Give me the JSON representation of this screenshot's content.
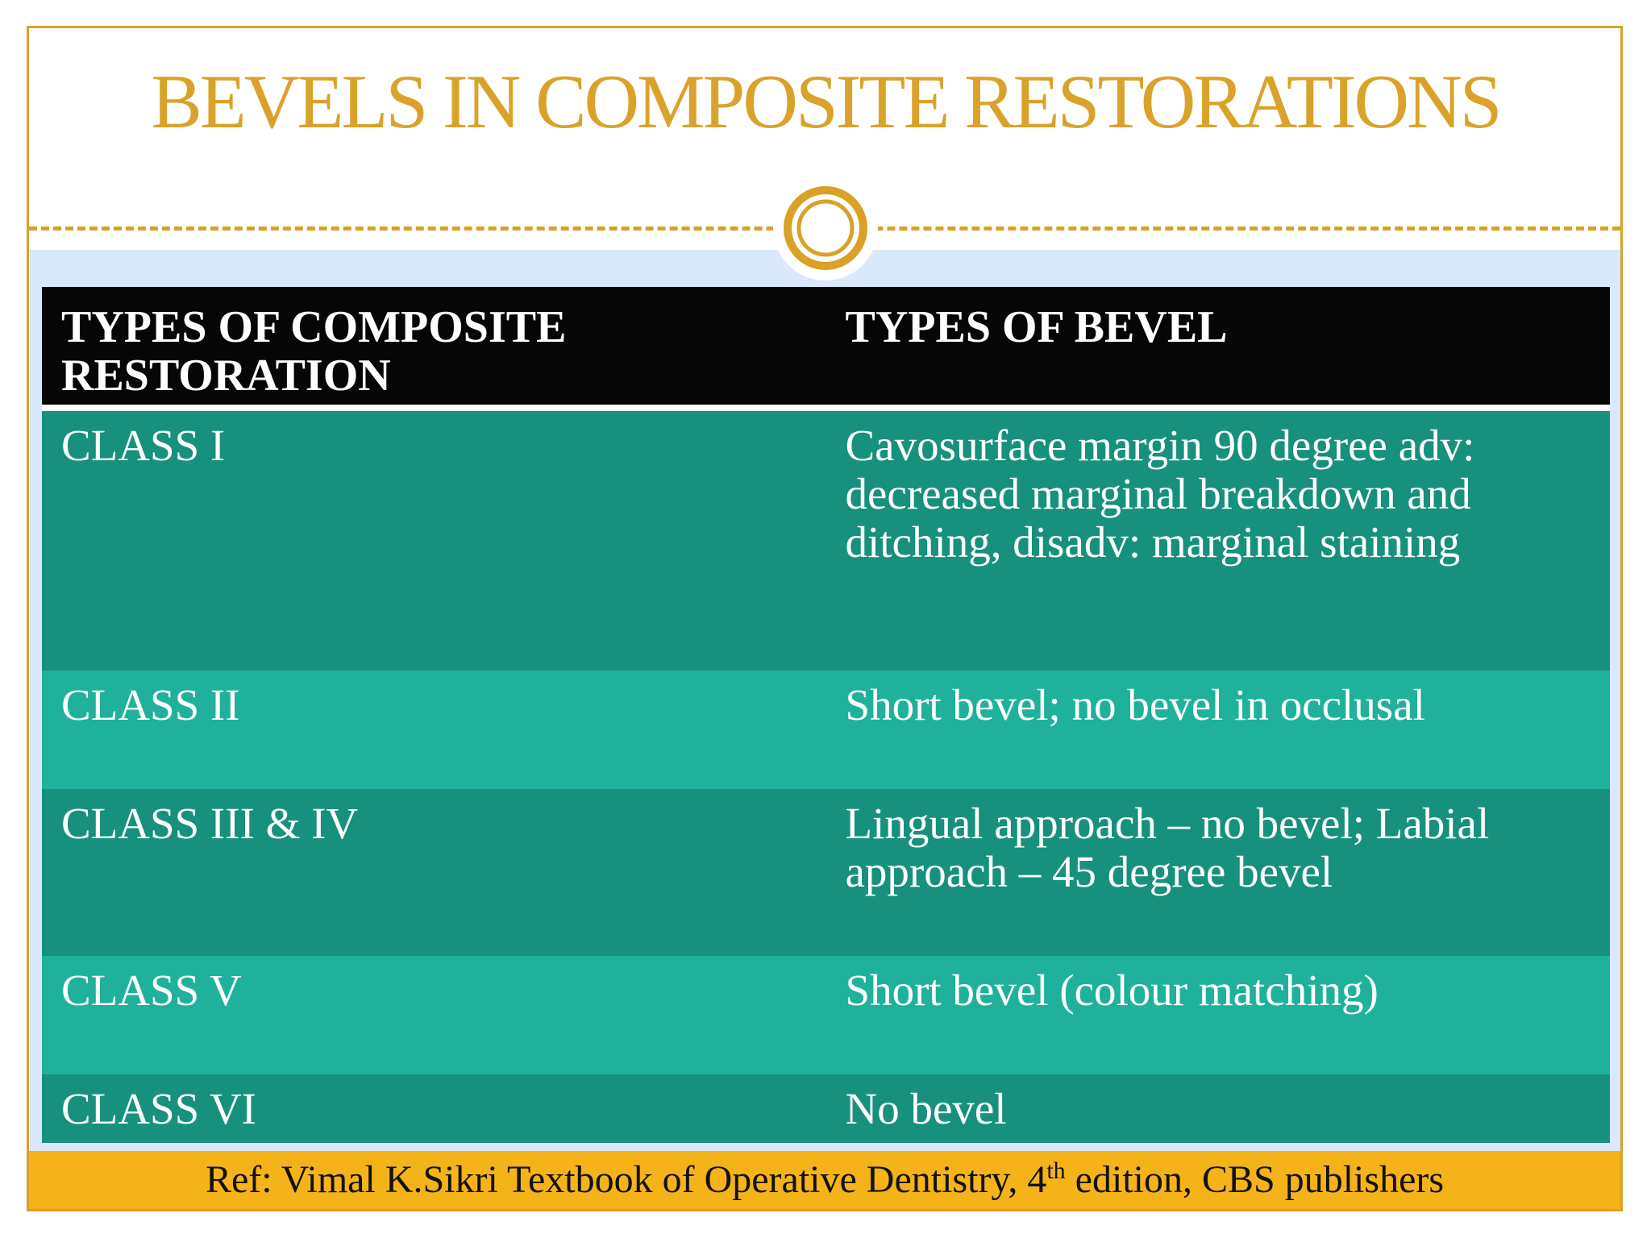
{
  "slide": {
    "title": "BEVELS IN COMPOSITE RESTORATIONS"
  },
  "table": {
    "headers": [
      "TYPES OF COMPOSITE RESTORATION",
      "TYPES OF BEVEL"
    ],
    "rows": [
      {
        "restoration": "CLASS I",
        "bevel": "Cavosurface margin 90 degree adv: decreased marginal breakdown and ditching, disadv: marginal staining"
      },
      {
        "restoration": "CLASS II",
        "bevel": "Short bevel; no bevel in occlusal"
      },
      {
        "restoration": "CLASS III & IV",
        "bevel": "Lingual approach – no bevel; Labial approach – 45 degree bevel"
      },
      {
        "restoration": "CLASS V",
        "bevel": "Short bevel (colour matching)"
      },
      {
        "restoration": "CLASS VI",
        "bevel": "No bevel"
      }
    ]
  },
  "footer": {
    "reference_prefix": "Ref: Vimal K.Sikri Textbook of Operative Dentistry, 4",
    "reference_superscript": "th",
    "reference_suffix": " edition, CBS publishers"
  },
  "colors": {
    "accent_gold": "#D9A126",
    "footer_gold": "#F5B31A",
    "band_blue": "#D9E8FA",
    "row_dark_teal": "#17907D",
    "row_light_teal": "#1FB19B",
    "header_black": "#060606",
    "table_text": "#FFFFFF",
    "footer_text": "#121212"
  }
}
